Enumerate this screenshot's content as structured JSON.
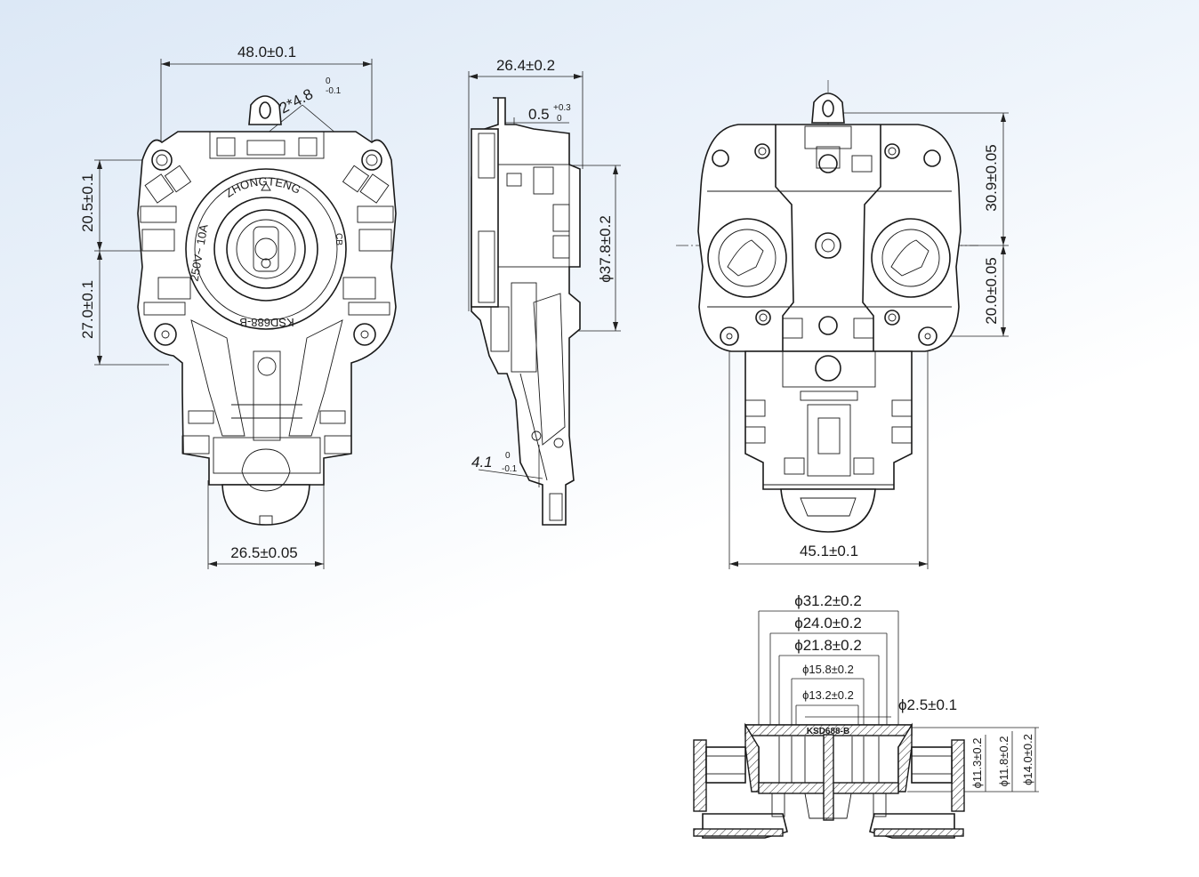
{
  "front_view": {
    "width_dim": "48.0±0.1",
    "upper_height_dim": "20.5±0.1",
    "lower_height_dim": "27.0±0.1",
    "bottom_width_dim": "26.5±0.05",
    "slot_dim": "2*4.8",
    "slot_tol_upper": "0",
    "slot_tol_lower": "-0.1",
    "marking_brand": "ZHONGTENG",
    "marking_rating": "250V~ 10A",
    "marking_model": "KSD688-B",
    "marking_cb": "CB"
  },
  "side_view": {
    "width_dim": "26.4±0.2",
    "gap_dim": "0.5",
    "gap_tol_upper": "+0.3",
    "gap_tol_lower": "0",
    "diameter_dim": "ϕ37.8±0.2",
    "offset_dim": "4.1",
    "offset_tol_upper": "0",
    "offset_tol_lower": "-0.1"
  },
  "back_view": {
    "upper_height_dim": "30.9±0.05",
    "lower_height_dim": "20.0±0.05",
    "width_dim": "45.1±0.1"
  },
  "section_view": {
    "d1": "ϕ31.2±0.2",
    "d2": "ϕ24.0±0.2",
    "d3": "ϕ21.8±0.2",
    "d4": "ϕ15.8±0.2",
    "d5": "ϕ13.2±0.2",
    "d6": "ϕ2.5±0.1",
    "h1": "ϕ11.3±0.2",
    "h2": "ϕ11.8±0.2",
    "h3": "ϕ14.0±0.2",
    "marking": "KSD688-B"
  }
}
